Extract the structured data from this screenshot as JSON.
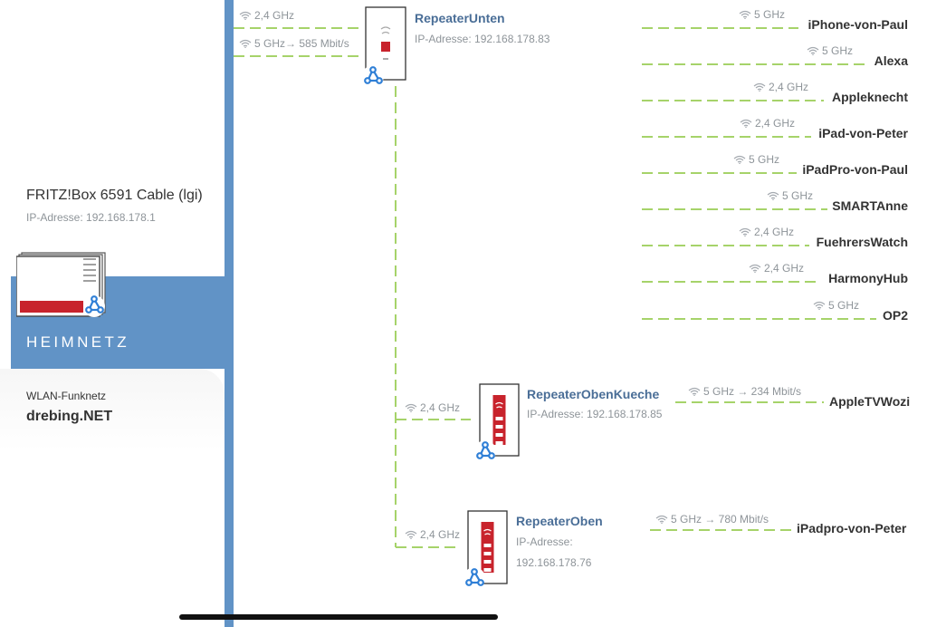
{
  "fritzbox": {
    "name": "FRITZ!Box 6591 Cable (lgi)",
    "ip": "IP-Adresse: 192.168.178.1"
  },
  "heimnetz": {
    "label": "HEIMNETZ"
  },
  "wlan": {
    "label": "WLAN-Funknetz",
    "ssid": "drebing.NET"
  },
  "uplinks": [
    {
      "freq": "2,4 GHz"
    },
    {
      "freq": "5 GHz→ 585 Mbit/s"
    }
  ],
  "repeaters": [
    {
      "name": "RepeaterUnten",
      "ip": "IP-Adresse: 192.168.178.83"
    },
    {
      "name": "RepeaterObenKueche",
      "ip": "IP-Adresse: 192.168.178.85",
      "freq": "2,4 GHz"
    },
    {
      "name": "RepeaterOben",
      "ip_label": "IP-Adresse:",
      "ip_value": "192.168.178.76",
      "freq": "2,4 GHz"
    }
  ],
  "devices_unten": [
    {
      "freq": "5 GHz",
      "name": "iPhone-von-Paul"
    },
    {
      "freq": "5 GHz",
      "name": "Alexa"
    },
    {
      "freq": "2,4 GHz",
      "name": "Appleknecht"
    },
    {
      "freq": "2,4 GHz",
      "name": "iPad-von-Peter"
    },
    {
      "freq": "5 GHz",
      "name": "iPadPro-von-Paul"
    },
    {
      "freq": "5 GHz",
      "name": "SMARTAnne"
    },
    {
      "freq": "2,4 GHz",
      "name": "FuehrersWatch"
    },
    {
      "freq": "2,4 GHz",
      "name": "HarmonyHub"
    },
    {
      "freq": "5 GHz",
      "name": "OP2"
    }
  ],
  "devices_kueche": [
    {
      "freq": "5 GHz  → 234 Mbit/s",
      "name": "AppleTVWozi"
    }
  ],
  "devices_oben": [
    {
      "freq": "5 GHz  → 780 Mbit/s",
      "name": "iPadpro-von-Peter"
    }
  ],
  "colors": {
    "accent_blue": "#6193c6",
    "link_green": "#a6d36a",
    "repeater_red": "#c8232c",
    "mesh_blue": "#2f7fd6"
  }
}
